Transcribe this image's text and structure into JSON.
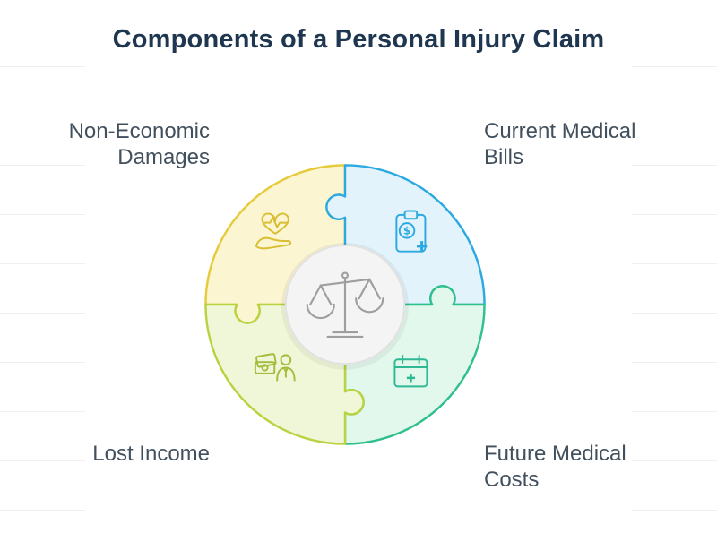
{
  "title": "Components of a Personal Injury Claim",
  "diagram": {
    "type": "circular-puzzle-infographic",
    "center": {
      "icon": "balance-scale-icon"
    },
    "segments": [
      {
        "label": "Non-Economic Damages",
        "position": "top-left",
        "icon": "heart-hand-icon",
        "fill": "#FBF5D2",
        "stroke": "#E6CB3C"
      },
      {
        "label": "Current Medical Bills",
        "position": "top-right",
        "icon": "medical-bill-clipboard-icon",
        "fill": "#E2F3FB",
        "stroke": "#2CA9E1"
      },
      {
        "label": "Future Medical Costs",
        "position": "bottom-right",
        "icon": "medical-calendar-icon",
        "fill": "#E3F8EC",
        "stroke": "#2FC08E"
      },
      {
        "label": "Lost Income",
        "position": "bottom-left",
        "icon": "income-person-icon",
        "fill": "#F0F7D8",
        "stroke": "#B9D23F"
      }
    ]
  },
  "glyphs": {
    "dollar": "$",
    "cross": "✚"
  },
  "colors": {
    "title": "#1E3650",
    "label": "#42505E",
    "yellow": "#E6CB3C",
    "blue": "#2CA9E1",
    "green": "#2FC08E",
    "lime": "#B9D23F",
    "scale_gray": "#9E9E9E",
    "background": "#FFFFFF"
  }
}
